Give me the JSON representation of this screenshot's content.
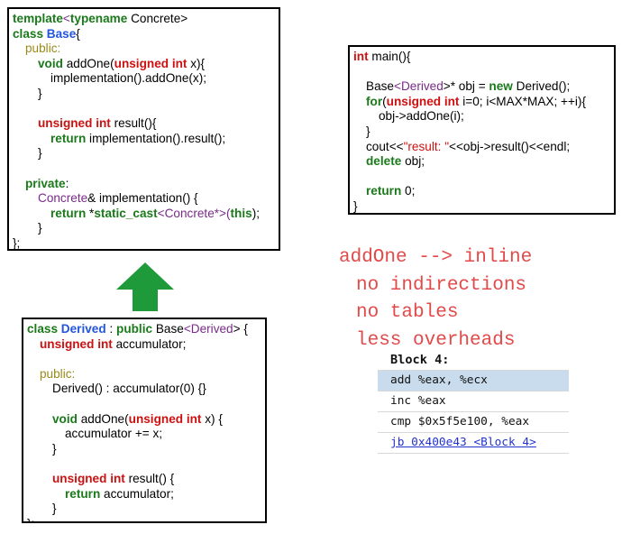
{
  "base_code": {
    "l1": {
      "a": "template",
      "b": "<",
      "c": "typename",
      "d": " Concrete>"
    },
    "l2": {
      "a": "class ",
      "b": "Base",
      "c": "{"
    },
    "l3": {
      "a": "public:"
    },
    "l4": {
      "a": "void ",
      "b": "addOne(",
      "c": "unsigned int",
      "d": " x){"
    },
    "l5": {
      "a": "implementation().addOne(x);"
    },
    "l6": {
      "a": "}"
    },
    "l7": {
      "a": "unsigned int",
      "b": " result(){"
    },
    "l8": {
      "a": "return",
      "b": " implementation().result();"
    },
    "l9": {
      "a": "}"
    },
    "l10": {
      "a": "private",
      "b": ":"
    },
    "l11": {
      "a": "Concrete",
      "b": "& implementation() {"
    },
    "l12": {
      "a": "return",
      "b": " *",
      "c": "static_cast",
      "d": "<",
      "e": "Concrete",
      "f": "*>(",
      "g": "this",
      "h": ");"
    },
    "l13": {
      "a": "}"
    },
    "l14": {
      "a": "};"
    }
  },
  "main_code": {
    "l1": {
      "a": "int",
      "b": " main(){"
    },
    "l2": {
      "a": "Base",
      "b": "<",
      "c": "Derived",
      "d": ">* obj = ",
      "e": "new",
      "f": " Derived();"
    },
    "l3": {
      "a": "for",
      "b": "(",
      "c": "unsigned int",
      "d": " i=0; i<MAX*MAX; ++i){"
    },
    "l4": {
      "a": "obj->addOne(i);"
    },
    "l5": {
      "a": "}"
    },
    "l6": {
      "a": "cout<<",
      "b": "\"result: \"",
      "c": "<<obj->result()<<endl;"
    },
    "l7": {
      "a": "delete",
      "b": " obj;"
    },
    "l8": {
      "a": "return",
      "b": " 0;"
    },
    "l9": {
      "a": "}"
    }
  },
  "derived_code": {
    "l1": {
      "a": "class ",
      "b": "Derived",
      "c": " : ",
      "d": "public",
      "e": " Base",
      "f": "<",
      "g": "Derived",
      "h": "> {"
    },
    "l2": {
      "a": "unsigned int",
      "b": " accumulator;"
    },
    "l3": {
      "a": "public:"
    },
    "l4": {
      "a": "Derived() : accumulator(0) {}"
    },
    "l5": {
      "a": "void",
      "b": " addOne(",
      "c": "unsigned int",
      "d": " x) {"
    },
    "l6": {
      "a": "accumulator += x;"
    },
    "l7": {
      "a": "}"
    },
    "l8": {
      "a": "unsigned int",
      "b": " result() {"
    },
    "l9": {
      "a": "return",
      "b": " accumulator;"
    },
    "l10": {
      "a": "}"
    },
    "l11": {
      "a": "};"
    }
  },
  "notes": [
    "addOne --> inline",
    "no indirections",
    "no tables",
    "less overheads"
  ],
  "asm": {
    "title": "Block 4:",
    "rows": [
      "add %eax, %ecx",
      "inc %eax",
      "cmp $0x5f5e100, %eax"
    ],
    "link": "jb 0x400e43 <Block 4>"
  },
  "colors": {
    "arrow": "#1f9a3a",
    "notes": "#e24a4a",
    "highlight": "#c9dced"
  }
}
